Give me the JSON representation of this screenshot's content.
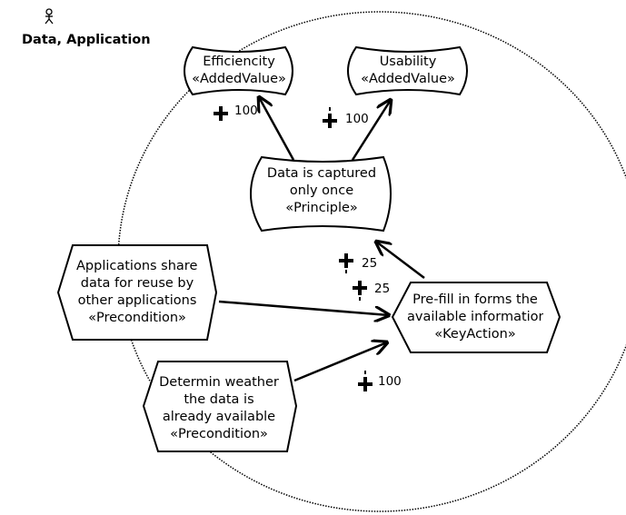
{
  "actor": {
    "name": "Data, Application"
  },
  "nodes": {
    "efficiency": {
      "name": "Efficiencity",
      "stereotype": "«AddedValue»"
    },
    "usability": {
      "name": "Usability",
      "stereotype": "«AddedValue»"
    },
    "principle": {
      "line1": "Data is captured",
      "line2": "only once",
      "stereotype": "«Principle»"
    },
    "share": {
      "line1": "Applications share",
      "line2": "data for reuse by",
      "line3": "other applications",
      "stereotype": "«Precondition»"
    },
    "prefill": {
      "line1": "Pre-fill in forms the",
      "line2": "available information",
      "stereotype": "«KeyAction»"
    },
    "determin": {
      "line1": "Determin weather",
      "line2": "the data is",
      "line3": "already available",
      "stereotype": "«Precondition»"
    }
  },
  "contributions": {
    "principle_to_efficiency": "100",
    "principle_to_usability": "100",
    "prefill_to_principle": "25",
    "share_to_prefill": "25",
    "determin_to_prefill": "100"
  }
}
